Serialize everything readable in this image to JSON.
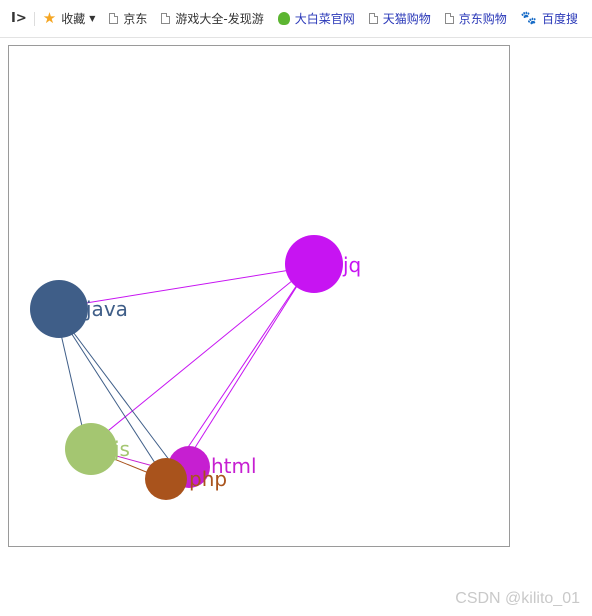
{
  "bookmarks_bar": {
    "toggle_glyph": "I>",
    "items": [
      {
        "label": "收藏",
        "icon": "star-icon",
        "has_dropdown": true
      },
      {
        "label": "京东",
        "icon": "page-icon"
      },
      {
        "label": "游戏大全-发现游",
        "icon": "page-icon"
      },
      {
        "label": "大白菜官网",
        "icon": "vegetable-icon"
      },
      {
        "label": "天猫购物",
        "icon": "page-icon"
      },
      {
        "label": "京东购物",
        "icon": "page-icon"
      },
      {
        "label": "百度搜",
        "icon": "paw-icon"
      }
    ]
  },
  "graph": {
    "nodes": [
      {
        "id": "java",
        "label": "java",
        "color": "#3f5e88"
      },
      {
        "id": "jq",
        "label": "jq",
        "color": "#c714f2"
      },
      {
        "id": "js",
        "label": "js",
        "color": "#a4c671"
      },
      {
        "id": "html",
        "label": "html",
        "color": "#c61fd1"
      },
      {
        "id": "php",
        "label": "php",
        "color": "#a9531c"
      }
    ],
    "edges": [
      {
        "source": "jq",
        "target": "java"
      },
      {
        "source": "jq",
        "target": "js"
      },
      {
        "source": "jq",
        "target": "html"
      },
      {
        "source": "jq",
        "target": "php"
      },
      {
        "source": "java",
        "target": "js"
      },
      {
        "source": "java",
        "target": "html"
      },
      {
        "source": "java",
        "target": "php"
      },
      {
        "source": "php",
        "target": "js"
      },
      {
        "source": "html",
        "target": "js"
      }
    ]
  },
  "watermark": "CSDN @kilito_01"
}
